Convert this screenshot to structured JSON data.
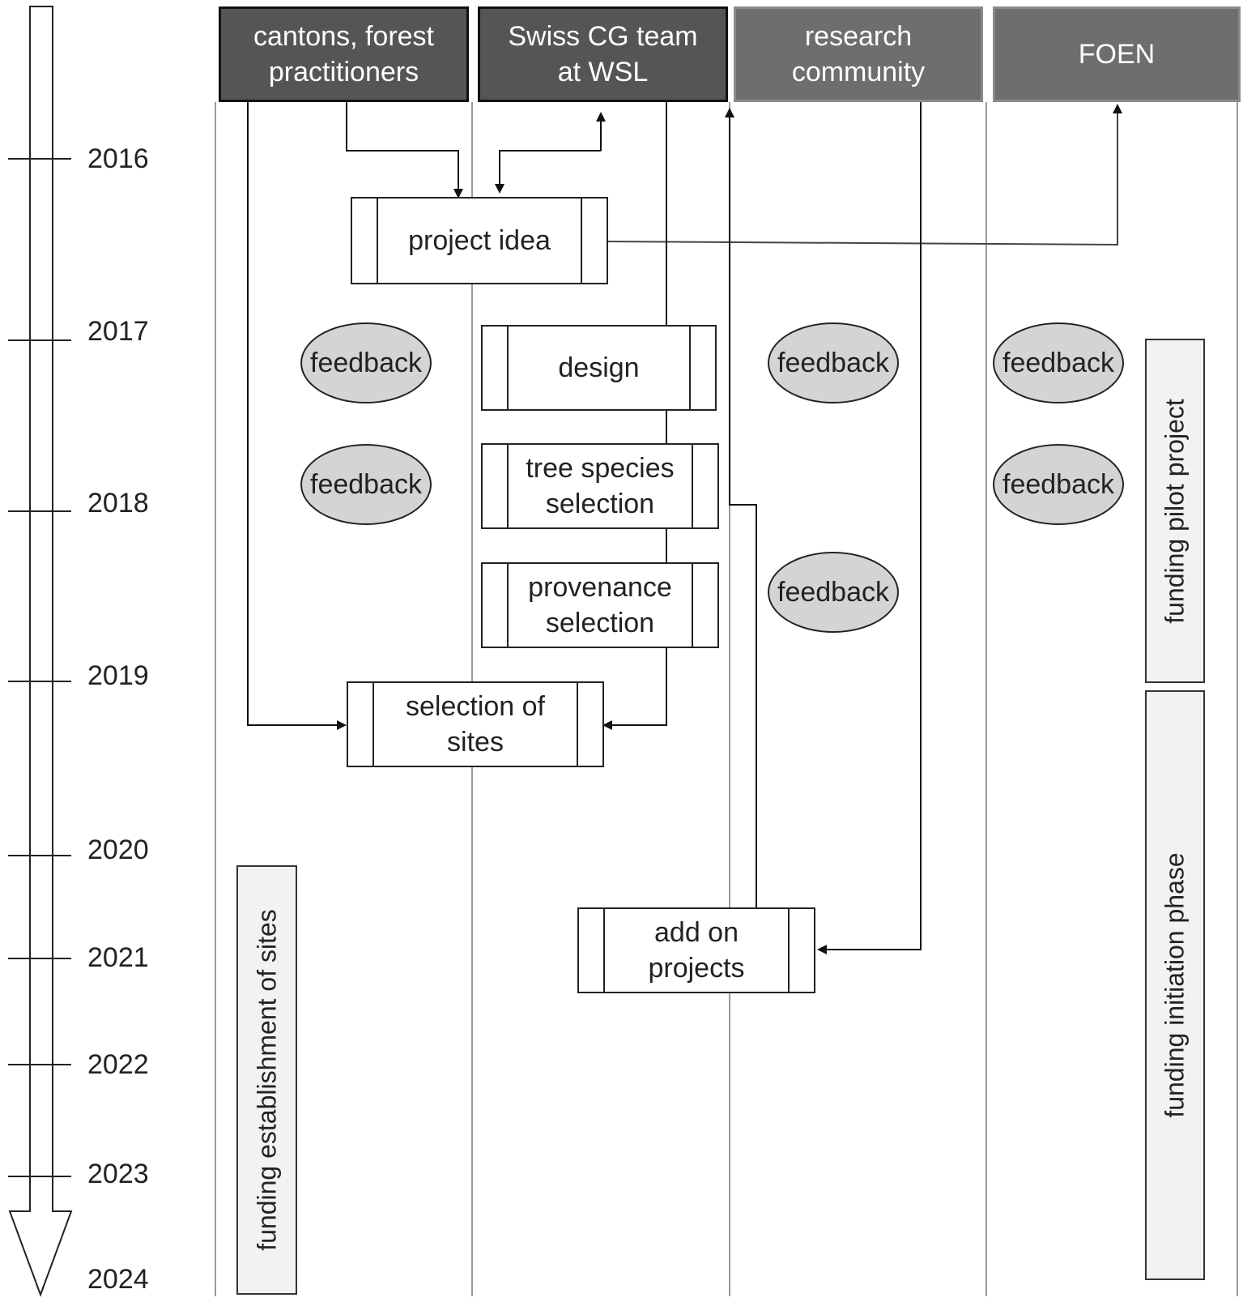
{
  "lanes": [
    {
      "label": "cantons, forest\npractitioners"
    },
    {
      "label": "Swiss CG team\nat WSL"
    },
    {
      "label": "research\ncommunity"
    },
    {
      "label": "FOEN"
    }
  ],
  "timeline": {
    "years": [
      "2016",
      "2017",
      "2018",
      "2019",
      "2020",
      "2021",
      "2022",
      "2023",
      "2024"
    ]
  },
  "processes": {
    "project_idea": "project idea",
    "design": "design",
    "tree_species_selection": "tree species\nselection",
    "provenance_selection": "provenance\nselection",
    "selection_of_sites": "selection of\nsites",
    "add_on_projects": "add on\nprojects"
  },
  "feedback_label": "feedback",
  "funding": {
    "establishment_of_sites": "funding  establishment of sites",
    "pilot_project": "funding pilot project",
    "initiation_phase": "funding initiation phase"
  },
  "colors": {
    "header_dark": "#555555",
    "header_light": "#6e6e6e",
    "feedback_fill": "#d4d4d4",
    "funding_fill": "#f2f2f2"
  }
}
